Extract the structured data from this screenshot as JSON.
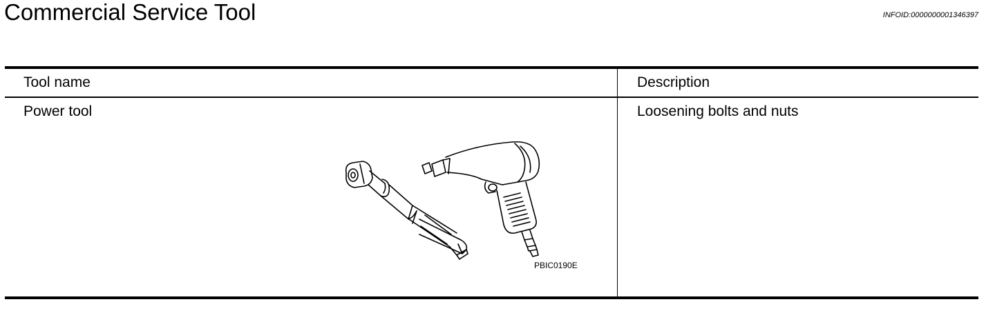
{
  "header": {
    "title": "Commercial Service Tool",
    "info_id": "INFOID:0000000001346397"
  },
  "table": {
    "columns": [
      "Tool name",
      "Description"
    ],
    "rows": [
      {
        "tool_name": "Power tool",
        "description": "Loosening bolts and nuts",
        "figure_code": "PBIC0190E"
      }
    ]
  }
}
